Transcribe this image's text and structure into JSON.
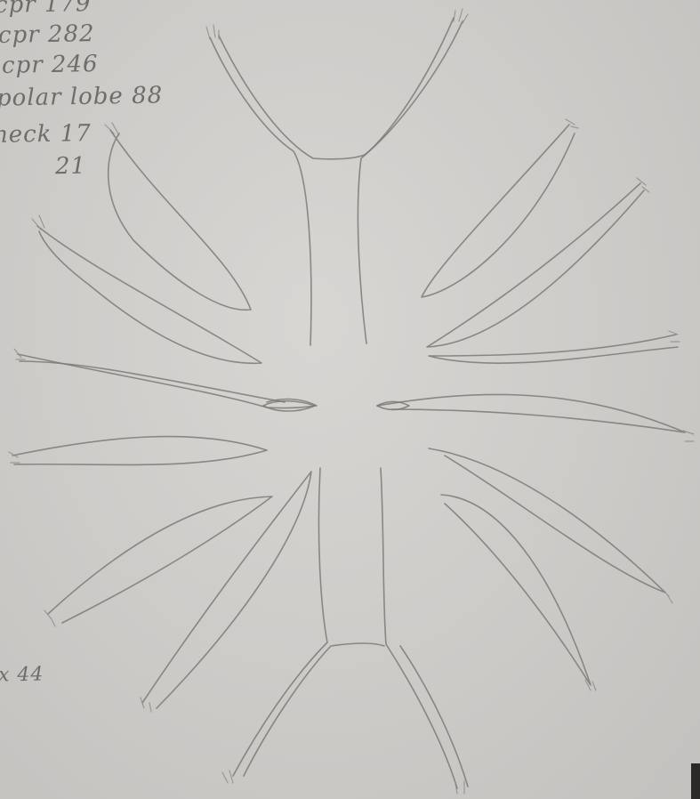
{
  "notes": {
    "line1": "cpr  179",
    "line2": "cpr  282",
    "line3": "cpr  246",
    "line4": "polar lobe 88",
    "line5": "neck 17",
    "line6": "21",
    "scale": "x 44"
  },
  "colors": {
    "paper": "#d3d1ce",
    "pencil": "#7d7a76"
  }
}
